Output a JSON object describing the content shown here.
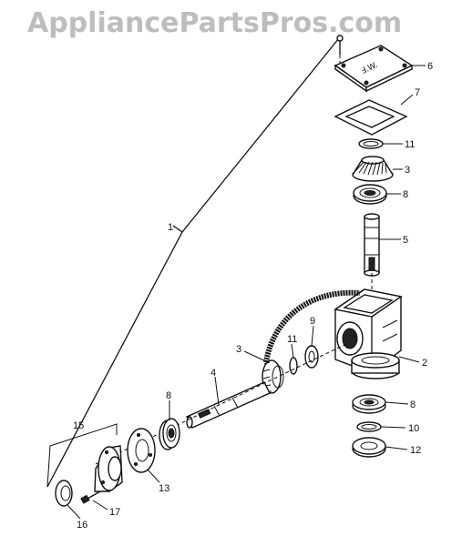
{
  "watermark": "AppliancePartsPros.com",
  "labels": {
    "p1": "1",
    "p2": "2",
    "p3a": "3",
    "p3b": "3",
    "p4": "4",
    "p5": "5",
    "p6": "6",
    "p7": "7",
    "p8a": "8",
    "p8b": "8",
    "p8c": "8",
    "p9": "9",
    "p10": "10",
    "p11a": "11",
    "p11b": "11",
    "p12": "12",
    "p13": "13",
    "p15": "15",
    "p16": "16",
    "p17": "17"
  },
  "plate_marking": "Ⅎ.W."
}
